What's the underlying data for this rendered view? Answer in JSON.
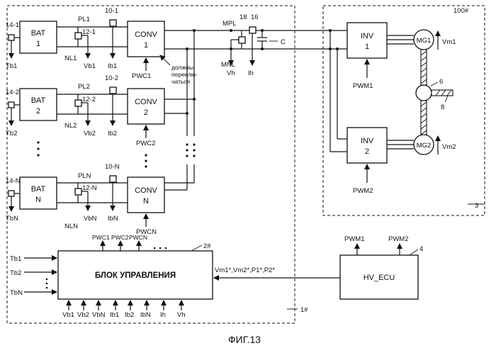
{
  "figure_ref": "100#",
  "caption": "ФИГ.13",
  "batteries": [
    {
      "bat": "BAT",
      "num": "1",
      "sensor_temp": "14-1",
      "temp": "Tb1",
      "pl": "PL1",
      "nl": "NL1",
      "vsensor": "12-1",
      "volt": "Vb1",
      "isensor": "10-1",
      "cur": "Ib1",
      "conv": "CONV",
      "conv_num": "1",
      "pwc": "PWC1"
    },
    {
      "bat": "BAT",
      "num": "2",
      "sensor_temp": "14-2",
      "temp": "Tb2",
      "pl": "PL2",
      "nl": "NL2",
      "vsensor": "12-2",
      "volt": "Vb2",
      "isensor": "10-2",
      "cur": "Ib2",
      "conv": "CONV",
      "conv_num": "2",
      "pwc": "PWC2"
    },
    {
      "bat": "BAT",
      "num": "N",
      "sensor_temp": "14-N",
      "temp": "TbN",
      "pl": "PLN",
      "nl": "NLN",
      "vsensor": "12-N",
      "volt": "VbN",
      "isensor": "10-N",
      "cur": "IbN",
      "conv": "CONV",
      "conv_num": "N",
      "pwc": "PWCN"
    }
  ],
  "buses": {
    "mpl": "MPL",
    "mnl": "MNL",
    "cap": "C",
    "vh_sensor": "18",
    "ih_sensor": "16",
    "vh": "Vh",
    "ih": "Ih"
  },
  "annotation": [
    "должны",
    "переклю-",
    "чаться"
  ],
  "inverters": [
    {
      "inv": "INV",
      "num": "1",
      "mg": "MG1",
      "pwm": "PWM1",
      "vm": "Vm1"
    },
    {
      "inv": "INV",
      "num": "2",
      "mg": "MG2",
      "pwm": "PWM2",
      "vm": "Vm2"
    }
  ],
  "drive": {
    "gear": "6",
    "shaft": "8",
    "block": "3"
  },
  "control": {
    "label": "БЛОК УПРАВЛЕНИЯ",
    "ref": "2#",
    "outputs": [
      "PWC1",
      "PWC2",
      "PWCN"
    ],
    "inputs_left": [
      "Tb1",
      "Tb2",
      "TbN"
    ],
    "inputs_bottom": [
      "Vb1",
      "Vb2",
      "VbN",
      "Ib1",
      "Ib2",
      "IbN",
      "Ih",
      "Vh"
    ],
    "command": "Vm1*,Vm2*,P1*,P2*"
  },
  "outer_block": "1#",
  "hv_ecu": {
    "label": "HV_ECU",
    "ref": "4",
    "pwm1": "PWM1",
    "pwm2": "PWM2"
  }
}
